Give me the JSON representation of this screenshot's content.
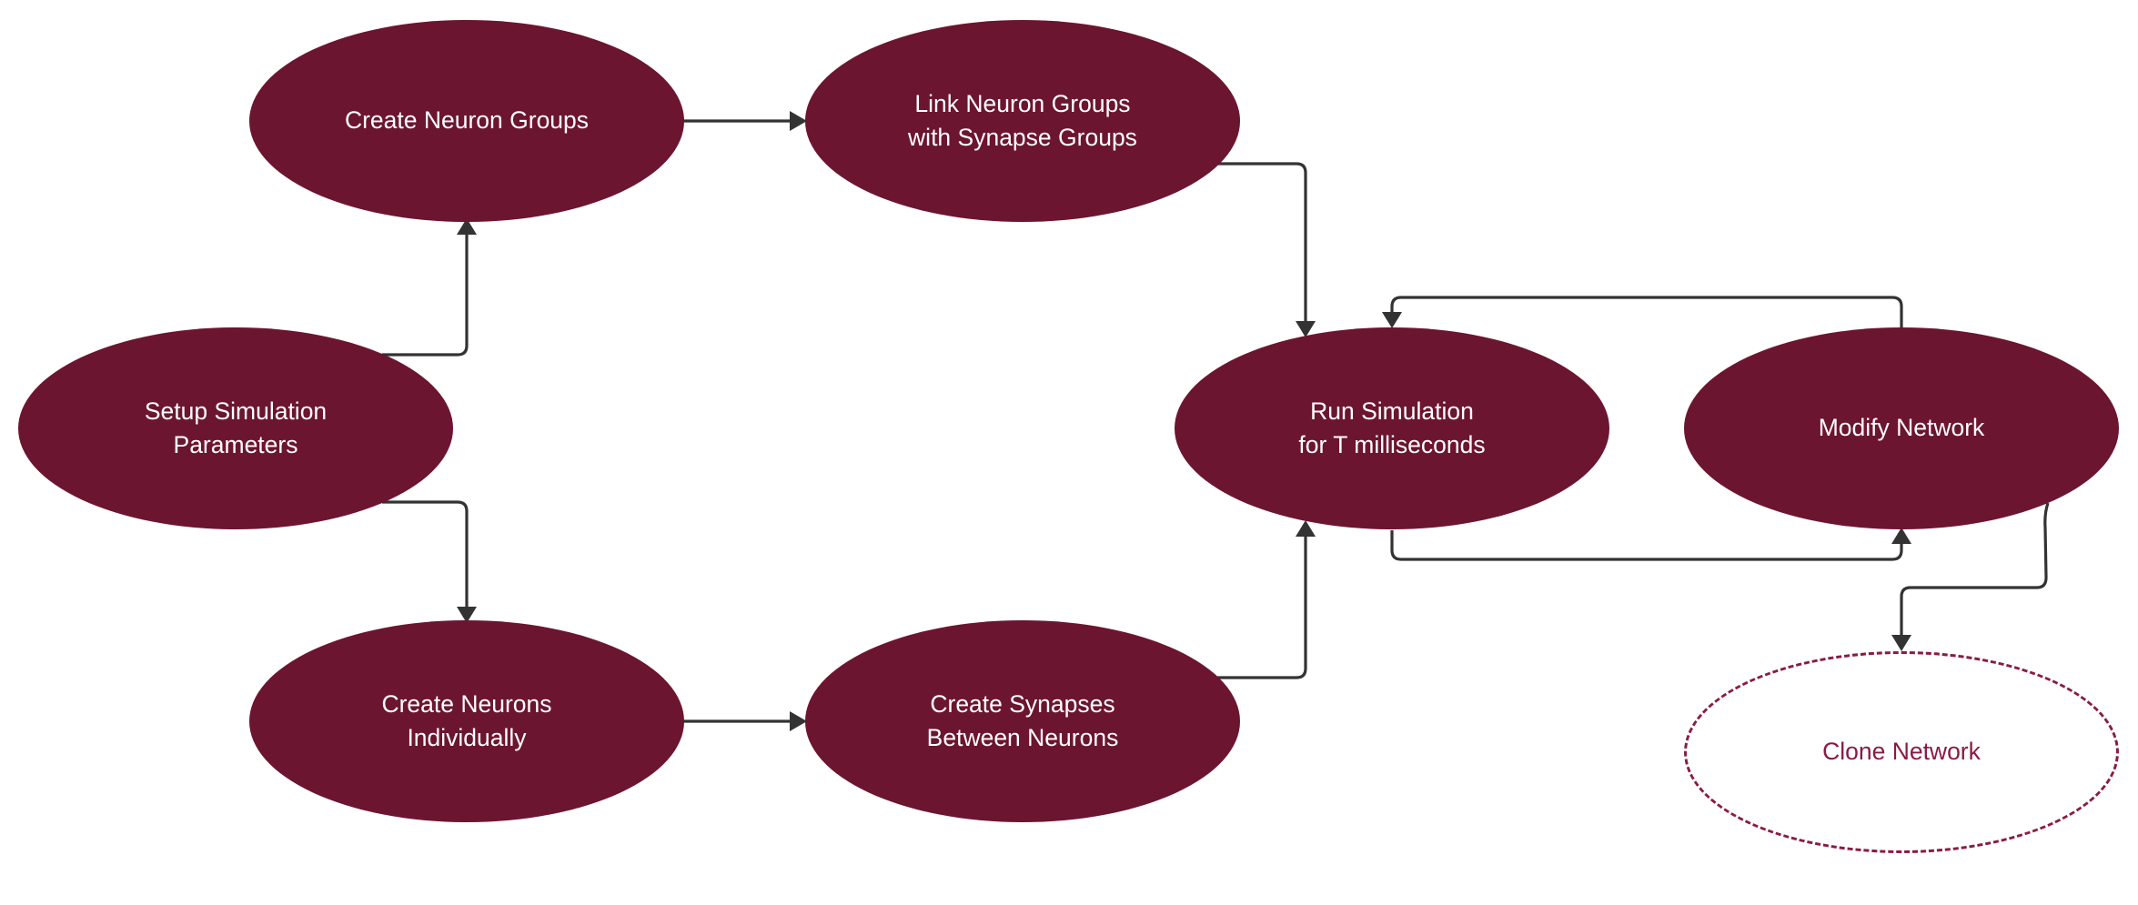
{
  "colors": {
    "node_fill": "#6c1530",
    "node_text": "#ffffff",
    "outline_accent": "#8b1a45",
    "edge": "#333333",
    "background": "#ffffff"
  },
  "nodes": {
    "setup": {
      "label": "Setup Simulation\nParameters"
    },
    "create_groups": {
      "label": "Create Neuron Groups"
    },
    "link_groups": {
      "label": "Link Neuron Groups\nwith Synapse Groups"
    },
    "create_neurons": {
      "label": "Create Neurons\nIndividually"
    },
    "create_synapses": {
      "label": "Create Synapses\nBetween Neurons"
    },
    "run": {
      "label": "Run Simulation\nfor T milliseconds"
    },
    "modify": {
      "label": "Modify Network"
    },
    "clone": {
      "label": "Clone Network"
    }
  },
  "edges": [
    {
      "from": "setup",
      "to": "create_groups"
    },
    {
      "from": "setup",
      "to": "create_neurons"
    },
    {
      "from": "create_groups",
      "to": "link_groups"
    },
    {
      "from": "create_neurons",
      "to": "create_synapses"
    },
    {
      "from": "link_groups",
      "to": "run"
    },
    {
      "from": "create_synapses",
      "to": "run"
    },
    {
      "from": "run",
      "to": "modify"
    },
    {
      "from": "modify",
      "to": "run"
    },
    {
      "from": "modify",
      "to": "clone"
    }
  ]
}
